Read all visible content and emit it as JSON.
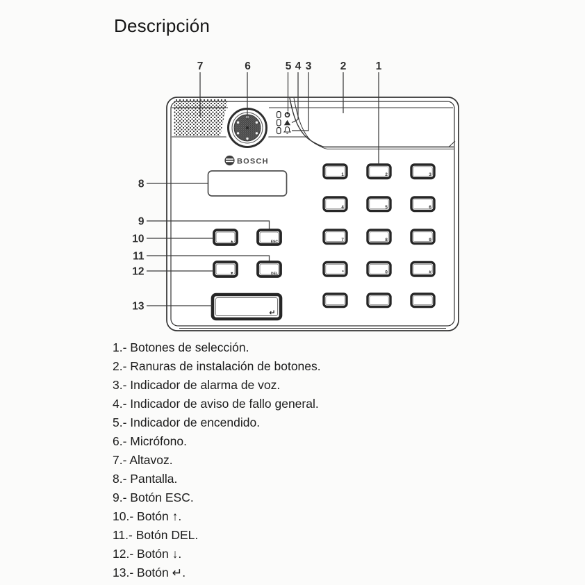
{
  "page": {
    "title": "Descripción",
    "paper_color": "#fbfbfa",
    "ink_color": "#333333"
  },
  "brand": {
    "logo_text": "BOSCH"
  },
  "device": {
    "keypad_labels": [
      "1",
      "2",
      "3",
      "4",
      "5",
      "6",
      "7",
      "8",
      "9",
      "*",
      "0",
      "#",
      "",
      "",
      ""
    ],
    "left_buttons": {
      "up": "▲",
      "esc": "ESC",
      "down": "▼",
      "del": "DEL",
      "enter": "↵"
    },
    "icons": {
      "power": "⏻",
      "general_fault": "▲",
      "voice_alarm": "🔔",
      "microphone": "mic",
      "speaker": "speaker-grille"
    }
  },
  "callouts": {
    "top": [
      "7",
      "6",
      "5",
      "4",
      "3",
      "2",
      "1"
    ],
    "left": [
      "8",
      "9",
      "10",
      "11",
      "12",
      "13"
    ]
  },
  "legend": {
    "items": [
      "1.- Botones de selección.",
      "2.- Ranuras de instalación de botones.",
      "3.- Indicador de alarma de voz.",
      "4.- Indicador de aviso de fallo general.",
      "5.- Indicador de encendido.",
      "6.- Micrófono.",
      "7.- Altavoz.",
      "8.- Pantalla.",
      "9.- Botón ESC.",
      "10.- Botón ↑.",
      "11.- Botón DEL.",
      "12.- Botón ↓.",
      "13.- Botón ↵."
    ]
  }
}
